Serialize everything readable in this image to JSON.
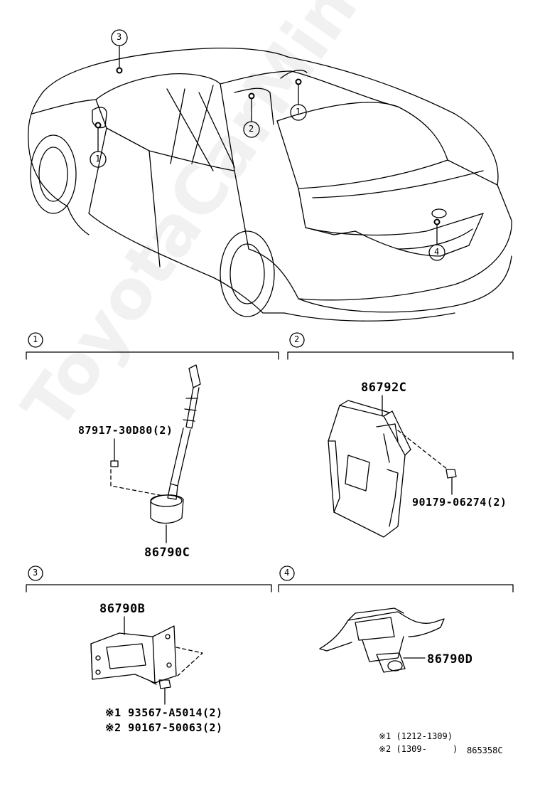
{
  "callouts": {
    "c1": "1",
    "c2": "2",
    "c3": "3",
    "c4": "4"
  },
  "sections": {
    "s1": {
      "num": "1"
    },
    "s2": {
      "num": "2"
    },
    "s3": {
      "num": "3"
    },
    "s4": {
      "num": "4"
    }
  },
  "parts": {
    "p1_bolt": "87917-30D80(2)",
    "p1_main": "86790C",
    "p2_main": "86792C",
    "p2_nut": "90179-06274(2)",
    "p3_main": "86790B",
    "p3_bolt1": "※1 93567-A5014(2)",
    "p3_bolt2": "※2 90167-50063(2)",
    "p4_main": "86790D"
  },
  "notes": {
    "n1": "※1 (1212-1309)",
    "n2": "※2 (1309-     )",
    "code": "865358C"
  },
  "watermark": "ToyotaCarMine.ru"
}
